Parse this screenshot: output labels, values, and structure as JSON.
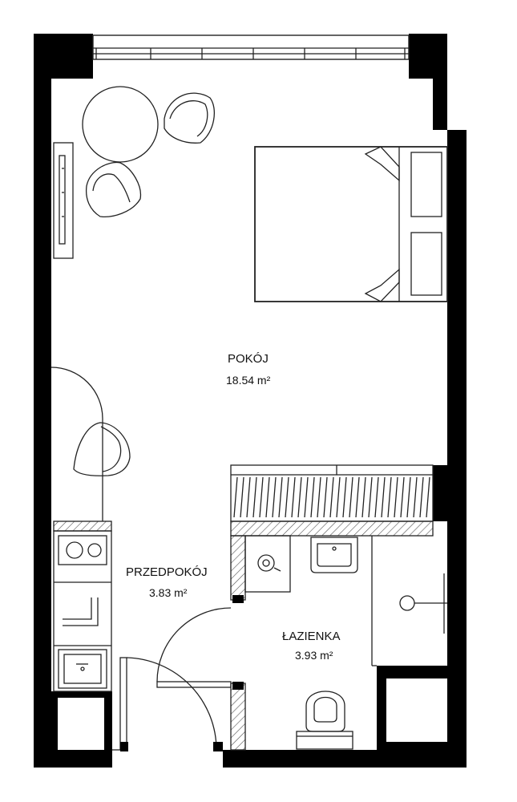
{
  "rooms": {
    "pokoj": {
      "name": "POKÓJ",
      "area": "18.54 m²"
    },
    "przedpokoj": {
      "name": "PRZEDPOKÓJ",
      "area": "3.83 m²"
    },
    "lazienka": {
      "name": "ŁAZIENKA",
      "area": "3.93 m²"
    }
  },
  "colors": {
    "wall": "#000000",
    "line": "#222222",
    "hatch": "#555555",
    "background": "#ffffff"
  }
}
